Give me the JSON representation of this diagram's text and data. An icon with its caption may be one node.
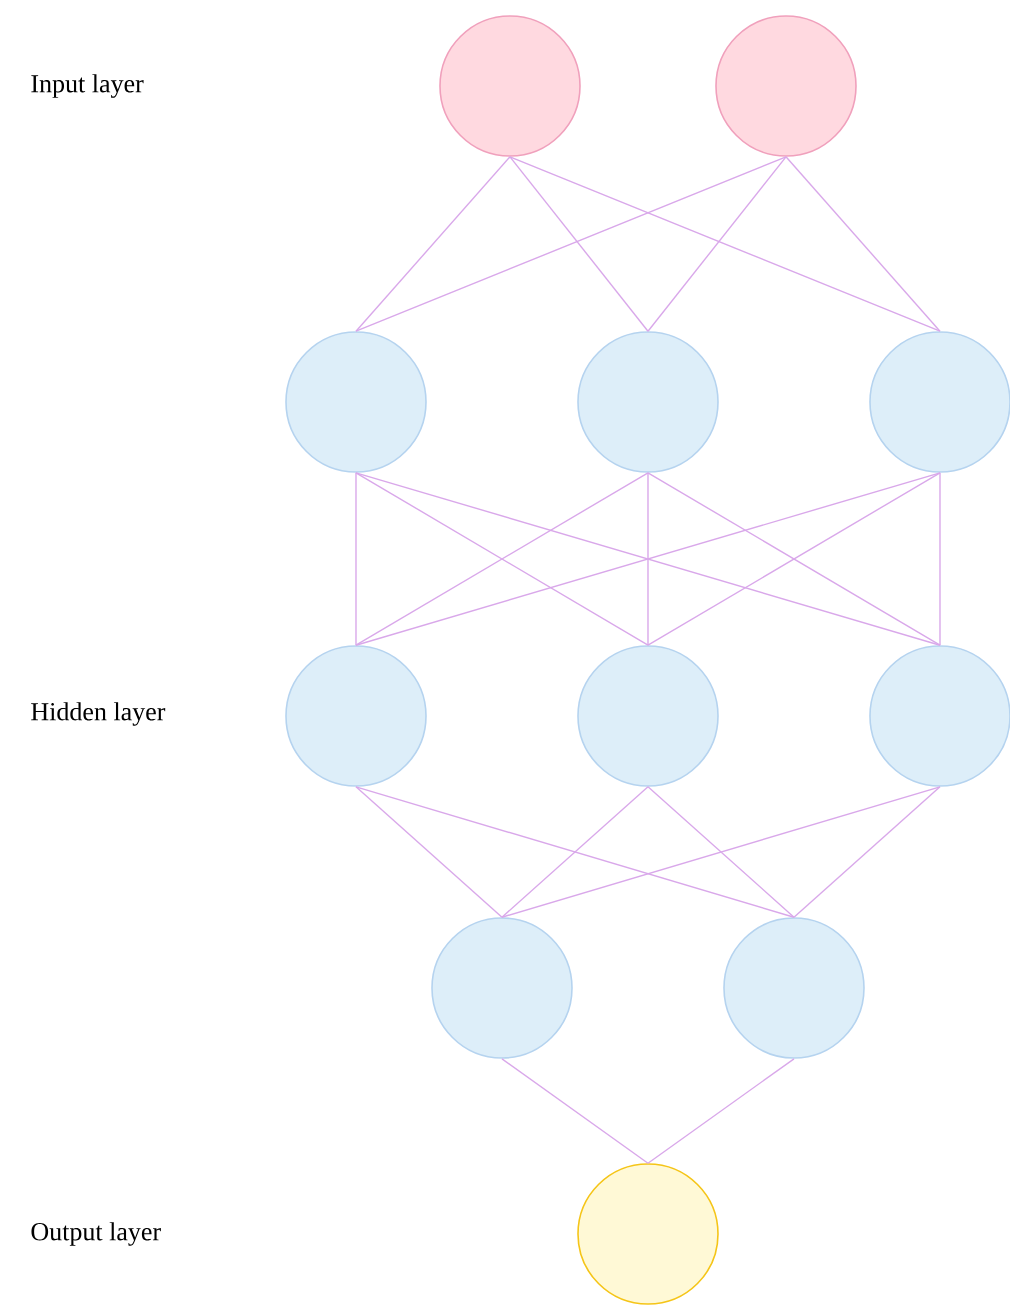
{
  "diagram": {
    "nodes": [
      {
        "text": [],
        "shape": "circle"
      },
      {
        "text": [],
        "shape": "circle"
      },
      {
        "text": [],
        "shape": "circle"
      },
      {
        "text": [],
        "shape": "circle"
      },
      {
        "text": [],
        "shape": "circle"
      },
      {
        "text": [],
        "shape": "circle"
      },
      {
        "text": [],
        "shape": "circle"
      },
      {
        "text": [],
        "shape": "circle"
      },
      {
        "text": [],
        "shape": "circle"
      },
      {
        "text": [],
        "shape": "circle"
      },
      {
        "text": [],
        "shape": "circle"
      }
    ],
    "edges": [
      {
        "from": 0,
        "to": 2,
        "arrow": "none"
      },
      {
        "from": 0,
        "to": 3,
        "arrow": "none"
      },
      {
        "from": 0,
        "to": 4,
        "arrow": "none"
      },
      {
        "from": 1,
        "to": 2,
        "arrow": "none"
      },
      {
        "from": 1,
        "to": 3,
        "arrow": "none"
      },
      {
        "from": 1,
        "to": 4,
        "arrow": "none"
      },
      {
        "from": 2,
        "to": 5,
        "arrow": "none"
      },
      {
        "from": 2,
        "to": 6,
        "arrow": "none"
      },
      {
        "from": 2,
        "to": 7,
        "arrow": "none"
      },
      {
        "from": 3,
        "to": 5,
        "arrow": "none"
      },
      {
        "from": 3,
        "to": 6,
        "arrow": "none"
      },
      {
        "from": 3,
        "to": 7,
        "arrow": "none"
      },
      {
        "from": 4,
        "to": 5,
        "arrow": "none"
      },
      {
        "from": 4,
        "to": 6,
        "arrow": "none"
      },
      {
        "from": 4,
        "to": 7,
        "arrow": "none"
      },
      {
        "from": 5,
        "to": 8,
        "arrow": "none"
      },
      {
        "from": 5,
        "to": 9,
        "arrow": "none"
      },
      {
        "from": 6,
        "to": 8,
        "arrow": "none"
      },
      {
        "from": 6,
        "to": 9,
        "arrow": "none"
      },
      {
        "from": 7,
        "to": 8,
        "arrow": "none"
      },
      {
        "from": 7,
        "to": 9,
        "arrow": "none"
      },
      {
        "from": 8,
        "to": 10,
        "arrow": "none"
      },
      {
        "from": 9,
        "to": 10,
        "arrow": "none"
      }
    ],
    "labels": [
      "Input layer",
      "Hidden layer",
      "Output layer"
    ]
  }
}
